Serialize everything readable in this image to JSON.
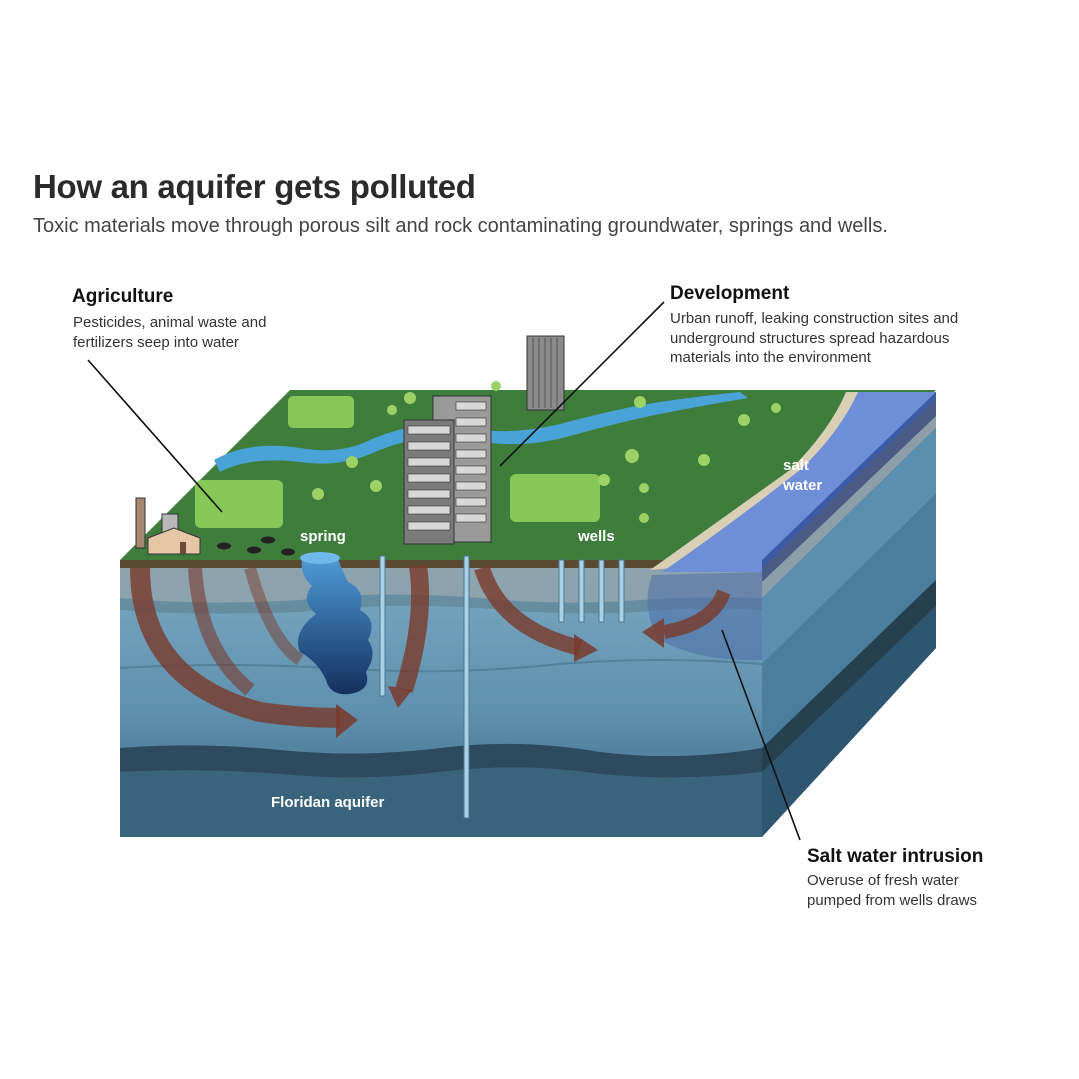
{
  "title": "How an aquifer gets polluted",
  "subtitle": "Toxic materials move through porous silt and rock contaminating groundwater, springs and wells.",
  "callouts": {
    "agriculture": {
      "heading": "Agriculture",
      "lines": [
        "Pesticides, animal waste and",
        "fertilizers seep into water"
      ]
    },
    "development": {
      "heading": "Development",
      "lines": [
        "Urban runoff, leaking construction sites and",
        "underground structures spread hazardous",
        "materials into the environment"
      ]
    },
    "saltwater": {
      "heading": "Salt water intrusion",
      "lines": [
        "Overuse of fresh water",
        "pumped from wells draws"
      ]
    }
  },
  "labels": {
    "spring": "spring",
    "wells": "wells",
    "salt_water_line1": "salt",
    "salt_water_line2": "water",
    "aquifer": "Floridan aquifer"
  },
  "colors": {
    "grass": "#3f7d3c",
    "river": "#4aa3d6",
    "ocean": "#6e8fd8",
    "beach": "#d8cfb4",
    "silt": "#9aa3a3",
    "aquifer_upper": "#6d9cb8",
    "aquifer_lower": "#3f6a84",
    "confining_layer": "#2c4456",
    "pollution_arrow": "#7a4a3c"
  }
}
